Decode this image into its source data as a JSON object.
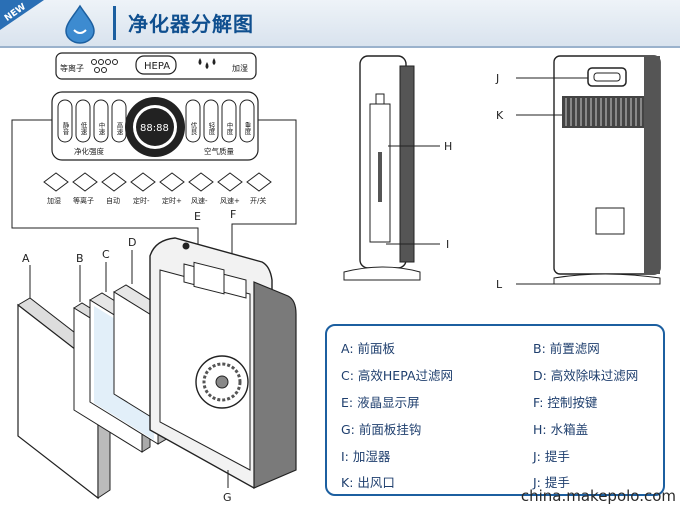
{
  "header": {
    "badge": "NEW",
    "title": "净化器分解图"
  },
  "panel": {
    "top_labels": [
      "等离子",
      "HEPA",
      "加湿"
    ],
    "display": "88:88",
    "left_buttons": [
      "静音",
      "低速",
      "中速",
      "高速"
    ],
    "left_caption": "净化强度",
    "right_buttons": [
      "优良",
      "轻度",
      "中度",
      "重度"
    ],
    "right_caption": "空气质量",
    "keys": [
      "加湿",
      "等离子",
      "自动",
      "定时-",
      "定时+",
      "风速-",
      "风速+",
      "开/关"
    ]
  },
  "callouts": {
    "A": "A",
    "B": "B",
    "C": "C",
    "D": "D",
    "E": "E",
    "F": "F",
    "G": "G",
    "H": "H",
    "I": "I",
    "J": "J",
    "K": "K",
    "L": "L"
  },
  "legend": [
    {
      "left": "A:  前面板",
      "right": "B:  前置滤网"
    },
    {
      "left": "C:  高效HEPA过滤网",
      "right": "D:  高效除味过滤网"
    },
    {
      "left": "E:  液晶显示屏",
      "right": "F:  控制按键"
    },
    {
      "left": "G:  前面板挂钩",
      "right": "H:  水箱盖"
    },
    {
      "left": "I:  加湿器",
      "right": "J:  提手"
    },
    {
      "left": "K:  出风口",
      "right": "J:  提手"
    }
  ],
  "watermark": "china.makepolo.com",
  "colors": {
    "accent": "#1c5fa0",
    "title": "#0f4f8f",
    "line": "#222222"
  }
}
